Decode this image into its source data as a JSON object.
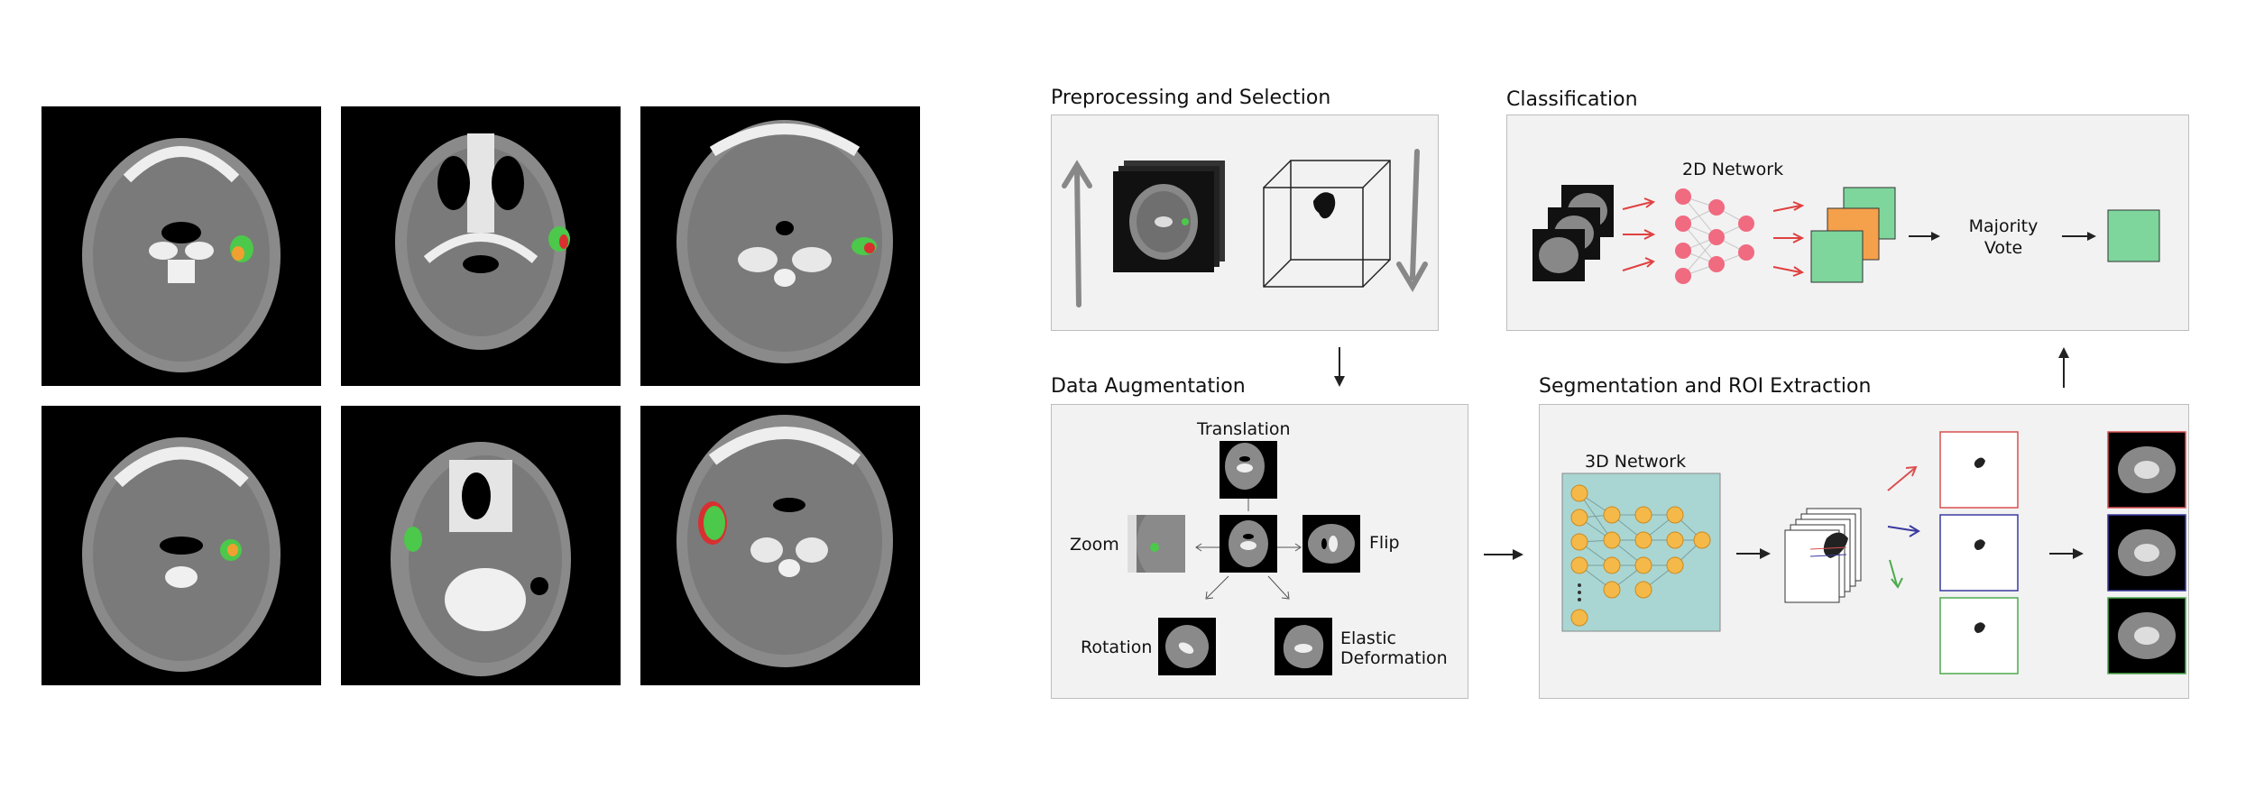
{
  "figure": {
    "ct_grid": {
      "rows": 2,
      "cols": 3,
      "colors": {
        "background": "#000000",
        "tissue": "#8a8a8a",
        "bone": "#f0f0f0",
        "contour_green": "#4cc84a",
        "contour_orange": "#f0a030",
        "contour_red": "#d83030"
      }
    },
    "preprocessing": {
      "title": "Preprocessing and Selection"
    },
    "classification": {
      "title": "Classification",
      "network_label": "2D Network",
      "vote_label_line1": "Majority",
      "vote_label_line2": "Vote",
      "colors": {
        "green": "#7ed69c",
        "orange": "#f5a04a",
        "node": "#f06a80",
        "arrow": "#e04040"
      }
    },
    "augmentation": {
      "title": "Data Augmentation",
      "translation": "Translation",
      "zoom": "Zoom",
      "flip": "Flip",
      "rotation": "Rotation",
      "elastic_line1": "Elastic",
      "elastic_line2": "Deformation"
    },
    "segmentation": {
      "title": "Segmentation and ROI Extraction",
      "network_label": "3D Network",
      "colors": {
        "net_bg": "#a9d6d3",
        "node": "#f5b94a",
        "box_red": "#d95050",
        "box_blue": "#3a3aa0",
        "box_green": "#4caa4c"
      }
    }
  }
}
